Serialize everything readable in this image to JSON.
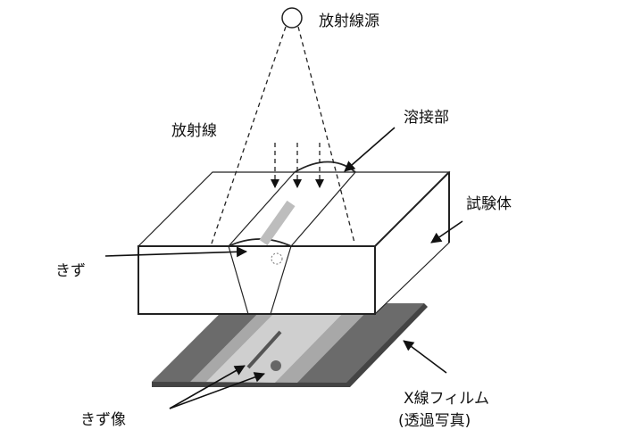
{
  "labels": {
    "source": "放射線源",
    "radiation": "放射線",
    "weld": "溶接部",
    "specimen": "試験体",
    "flaw": "きず",
    "flaw_image": "きず像",
    "film": "X線フィルム",
    "film_sub": "(透過写真)"
  },
  "colors": {
    "film_dark": "#6b6b6b",
    "film_light": "#c8c8c8",
    "flaw": "#bdbdbd",
    "flaw_image": "#555555"
  }
}
